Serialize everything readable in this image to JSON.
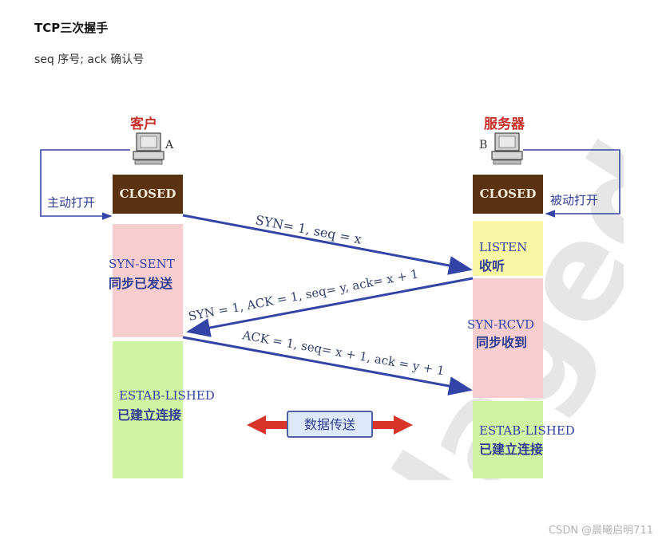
{
  "page": {
    "title": "TCP三次握手",
    "subtitle": "seq  序号; ack  确认号",
    "footer_watermark": "CSDN @晨曦启明711",
    "image_watermark": "lagedu"
  },
  "diagram": {
    "client_label": "客户",
    "client_id": "A",
    "server_label": "服务器",
    "server_id": "B",
    "client_active_open": "主动打开",
    "server_passive_open": "被动打开",
    "client_closed": "CLOSED",
    "server_closed": "CLOSED",
    "client_syn_sent_en": "SYN-SENT",
    "client_syn_sent_cn": "同步已发送",
    "client_established_en": "ESTAB-LISHED",
    "client_established_cn": "已建立连接",
    "server_listen_en": "LISTEN",
    "server_listen_cn": "收听",
    "server_syn_rcvd_en": "SYN-RCVD",
    "server_syn_rcvd_cn": "同步收到",
    "server_established_en": "ESTAB-LISHED",
    "server_established_cn": "已建立连接",
    "msg1": "SYN= 1, seq = x",
    "msg2": "SYN = 1, ACK = 1, seq= y, ack= x + 1",
    "msg3": "ACK = 1, seq= x + 1, ack = y + 1",
    "data_transfer": "数据传送",
    "colors": {
      "closed_box": "#5a3212",
      "syn_sent_box": "#f7cdd0",
      "established_box": "#cef3a3",
      "listen_box": "#f9f6a4",
      "arrow_blue": "#3444a6",
      "data_arrow_red": "#d8342a",
      "label_red": "#c62f2a"
    }
  }
}
